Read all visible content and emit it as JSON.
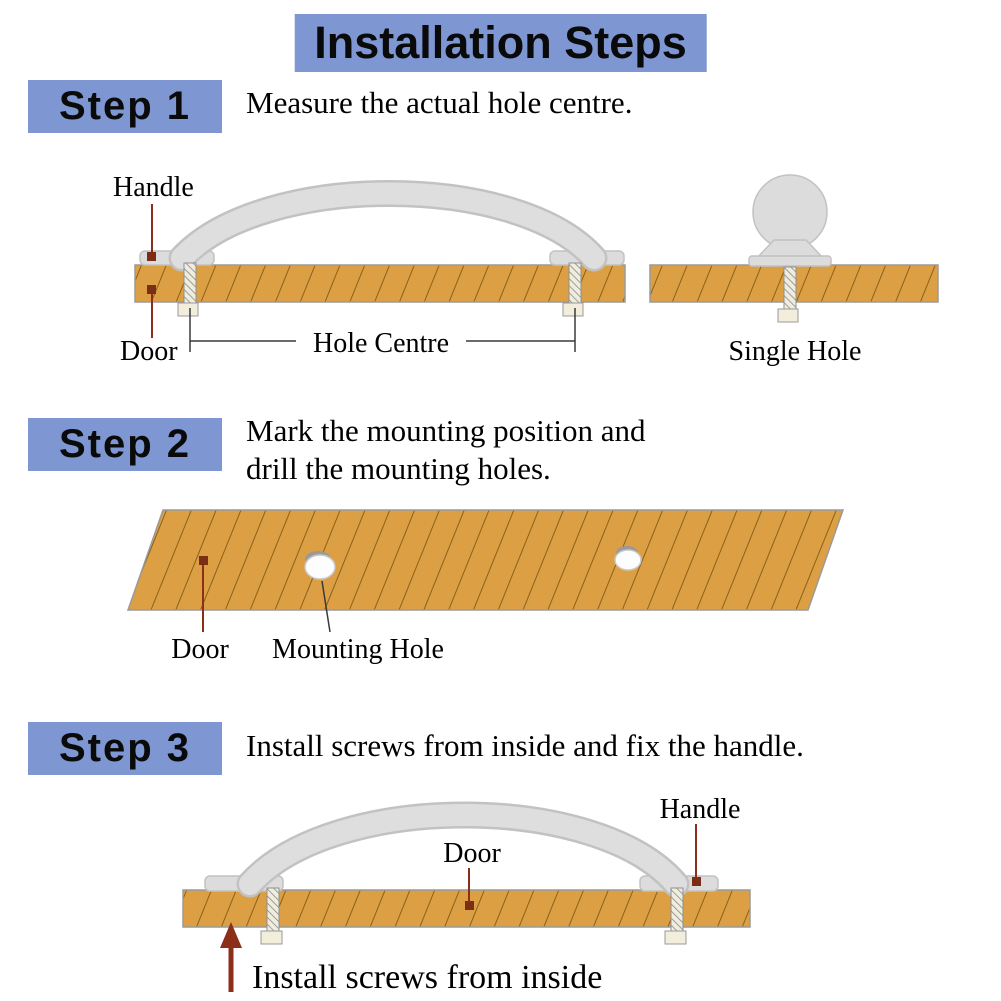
{
  "title": "Installation Steps",
  "colors": {
    "highlight_blue": "#7e97d2",
    "wood": "#dd9f44",
    "wood_hatch": "#7d5a17",
    "handle_gray": "#dcdcdc",
    "leader_red": "#8b2f1a"
  },
  "steps": [
    {
      "label": "Step 1",
      "lines": [
        "Measure the actual hole centre."
      ]
    },
    {
      "label": "Step 2",
      "lines": [
        "Mark the mounting position and",
        "drill the mounting holes."
      ]
    },
    {
      "label": "Step 3",
      "lines": [
        "Install screws from inside and fix the handle."
      ]
    }
  ],
  "step1_diagram": {
    "handle_label": "Handle",
    "door_label": "Door",
    "hole_centre_label": "Hole Centre",
    "single_hole_label": "Single Hole"
  },
  "step2_diagram": {
    "door_label": "Door",
    "mounting_hole_label": "Mounting Hole"
  },
  "step3_diagram": {
    "handle_label": "Handle",
    "door_label": "Door",
    "bottom_note": "Install screws from inside"
  }
}
